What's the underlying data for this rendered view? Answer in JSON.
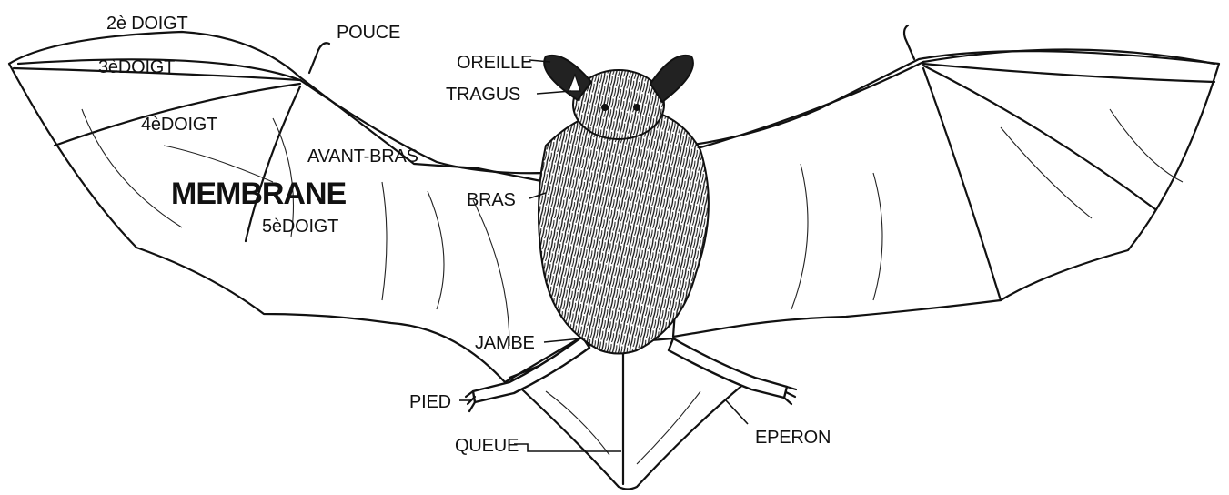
{
  "labels": {
    "doigt2": "2è DOIGT",
    "doigt3": "3èDOIGT",
    "doigt4": "4èDOIGT",
    "doigt5": "5èDOIGT",
    "pouce": "POUCE",
    "oreille": "OREILLE",
    "tragus": "TRAGUS",
    "avant_bras": "AVANT-BRAS",
    "membrane": "MEMBRANE",
    "bras": "BRAS",
    "jambe": "JAMBE",
    "pied": "PIED",
    "queue": "QUEUE",
    "eperon": "EPERON"
  },
  "colors": {
    "ink": "#111111",
    "paper": "#ffffff"
  }
}
